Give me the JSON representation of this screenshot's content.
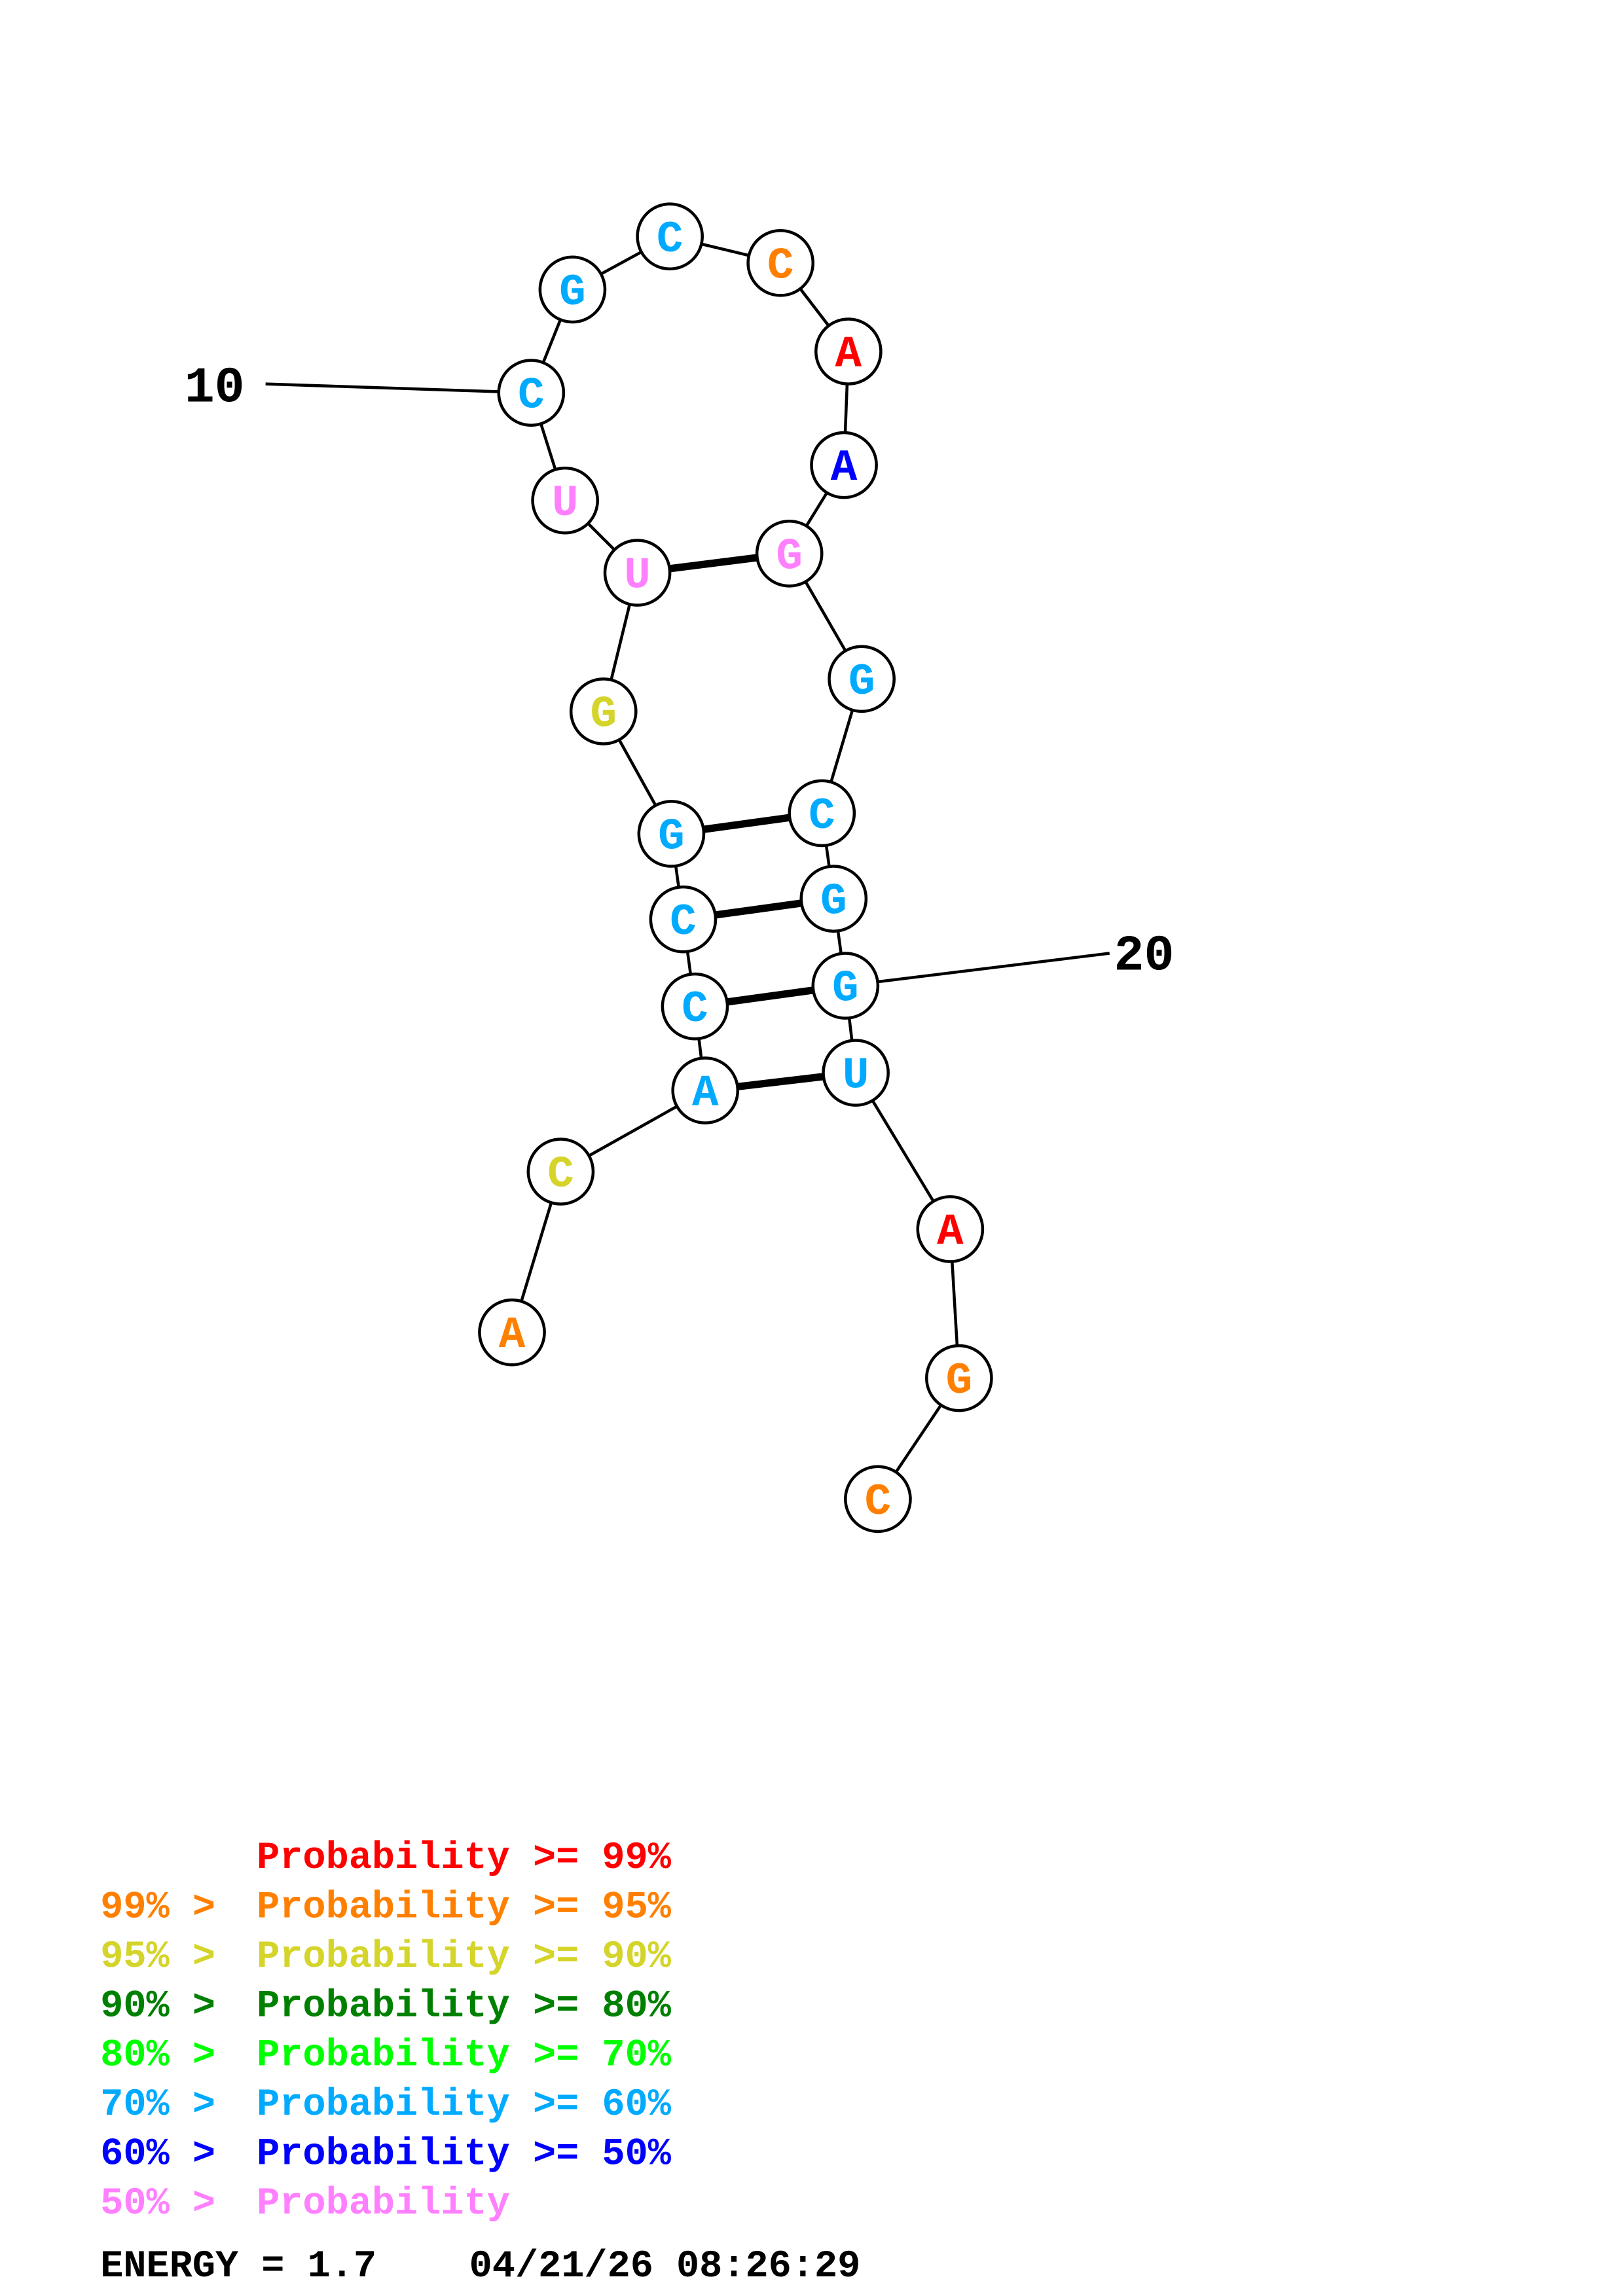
{
  "colors": {
    "p99": "#ff0000",
    "p95": "#ff8000",
    "p90": "#d4d42a",
    "p80": "#008000",
    "p70": "#00ff00",
    "p60": "#00aaff",
    "p50": "#0000ff",
    "plow": "#ff80ff"
  },
  "structure": {
    "nucleotides": [
      {
        "base": "A",
        "prob_class": "p95"
      },
      {
        "base": "C",
        "prob_class": "p90"
      },
      {
        "base": "A",
        "prob_class": "p60"
      },
      {
        "base": "C",
        "prob_class": "p60"
      },
      {
        "base": "C",
        "prob_class": "p60"
      },
      {
        "base": "G",
        "prob_class": "p60"
      },
      {
        "base": "G",
        "prob_class": "p90"
      },
      {
        "base": "U",
        "prob_class": "plow"
      },
      {
        "base": "U",
        "prob_class": "plow"
      },
      {
        "base": "C",
        "prob_class": "p60"
      },
      {
        "base": "G",
        "prob_class": "p60"
      },
      {
        "base": "C",
        "prob_class": "p60"
      },
      {
        "base": "C",
        "prob_class": "p95"
      },
      {
        "base": "A",
        "prob_class": "p99"
      },
      {
        "base": "A",
        "prob_class": "p50"
      },
      {
        "base": "G",
        "prob_class": "plow"
      },
      {
        "base": "G",
        "prob_class": "p60"
      },
      {
        "base": "C",
        "prob_class": "p60"
      },
      {
        "base": "G",
        "prob_class": "p60"
      },
      {
        "base": "G",
        "prob_class": "p60"
      },
      {
        "base": "U",
        "prob_class": "p60"
      },
      {
        "base": "A",
        "prob_class": "p99"
      },
      {
        "base": "G",
        "prob_class": "p95"
      },
      {
        "base": "C",
        "prob_class": "p95"
      }
    ],
    "pairs": [
      [
        3,
        21
      ],
      [
        4,
        20
      ],
      [
        5,
        19
      ],
      [
        6,
        18
      ],
      [
        8,
        16
      ]
    ],
    "position_labels": [
      {
        "index": 10,
        "text": "10"
      },
      {
        "index": 20,
        "text": "20"
      }
    ]
  },
  "legend": [
    {
      "prefix": "    ",
      "text": "Probability >= 99%",
      "prob_class": "p99"
    },
    {
      "prefix": "99% > ",
      "text": "Probability >= 95%",
      "prob_class": "p95"
    },
    {
      "prefix": "95% > ",
      "text": "Probability >= 90%",
      "prob_class": "p90"
    },
    {
      "prefix": "90% > ",
      "text": "Probability >= 80%",
      "prob_class": "p80"
    },
    {
      "prefix": "80% > ",
      "text": "Probability >= 70%",
      "prob_class": "p70"
    },
    {
      "prefix": "70% > ",
      "text": "Probability >= 60%",
      "prob_class": "p60"
    },
    {
      "prefix": "60% > ",
      "text": "Probability >= 50%",
      "prob_class": "p50"
    },
    {
      "prefix": "50% > ",
      "text": "Probability",
      "prob_class": "plow"
    }
  ],
  "footer": {
    "energy": "ENERGY = 1.7",
    "timestamp": "04/21/26 08:26:29"
  }
}
